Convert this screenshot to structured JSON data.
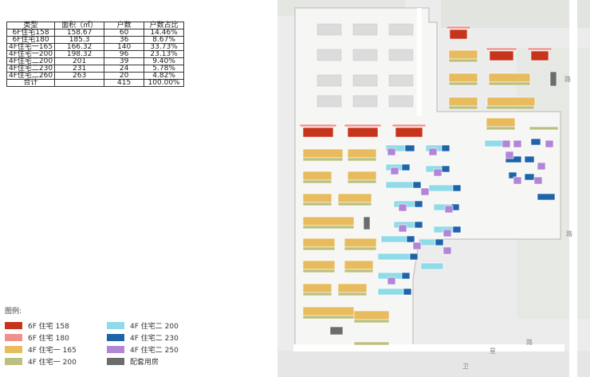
{
  "table": {
    "headers": [
      "类型",
      "面积（㎡）",
      "户数",
      "户数占比"
    ],
    "rows": [
      [
        "6F住宅158",
        "158.67",
        "60",
        "14.46%"
      ],
      [
        "6F住宅180",
        "185.3",
        "36",
        "8.67%"
      ],
      [
        "4F住宅一165",
        "166.32",
        "140",
        "33.73%"
      ],
      [
        "4F住宅一200",
        "198.32",
        "96",
        "23.13%"
      ],
      [
        "4F住宅二200",
        "201",
        "39",
        "9.40%"
      ],
      [
        "4F住宅二230",
        "231",
        "24",
        "5.78%"
      ],
      [
        "4F住宅二260",
        "263",
        "20",
        "4.82%"
      ],
      [
        "合计",
        "",
        "415",
        "100.00%"
      ]
    ]
  },
  "legend": {
    "title": "图例:",
    "items": [
      {
        "label": "6F 住宅 158",
        "color": "#c6341c"
      },
      {
        "label": "6F 住宅 180",
        "color": "#f0908a"
      },
      {
        "label": "4F 住宅一 165",
        "color": "#e8bc5e"
      },
      {
        "label": "4F 住宅一 200",
        "color": "#bcc07e"
      },
      {
        "label": "4F 住宅二 200",
        "color": "#8fdbe8"
      },
      {
        "label": "4F 住宅二 230",
        "color": "#1f64aa"
      },
      {
        "label": "4F 住宅二 250",
        "color": "#b186d6"
      },
      {
        "label": "配套用房",
        "color": "#6c6c6c"
      }
    ]
  },
  "plan": {
    "road_labels": [
      "路",
      "路",
      "卫",
      "星",
      "路"
    ]
  }
}
